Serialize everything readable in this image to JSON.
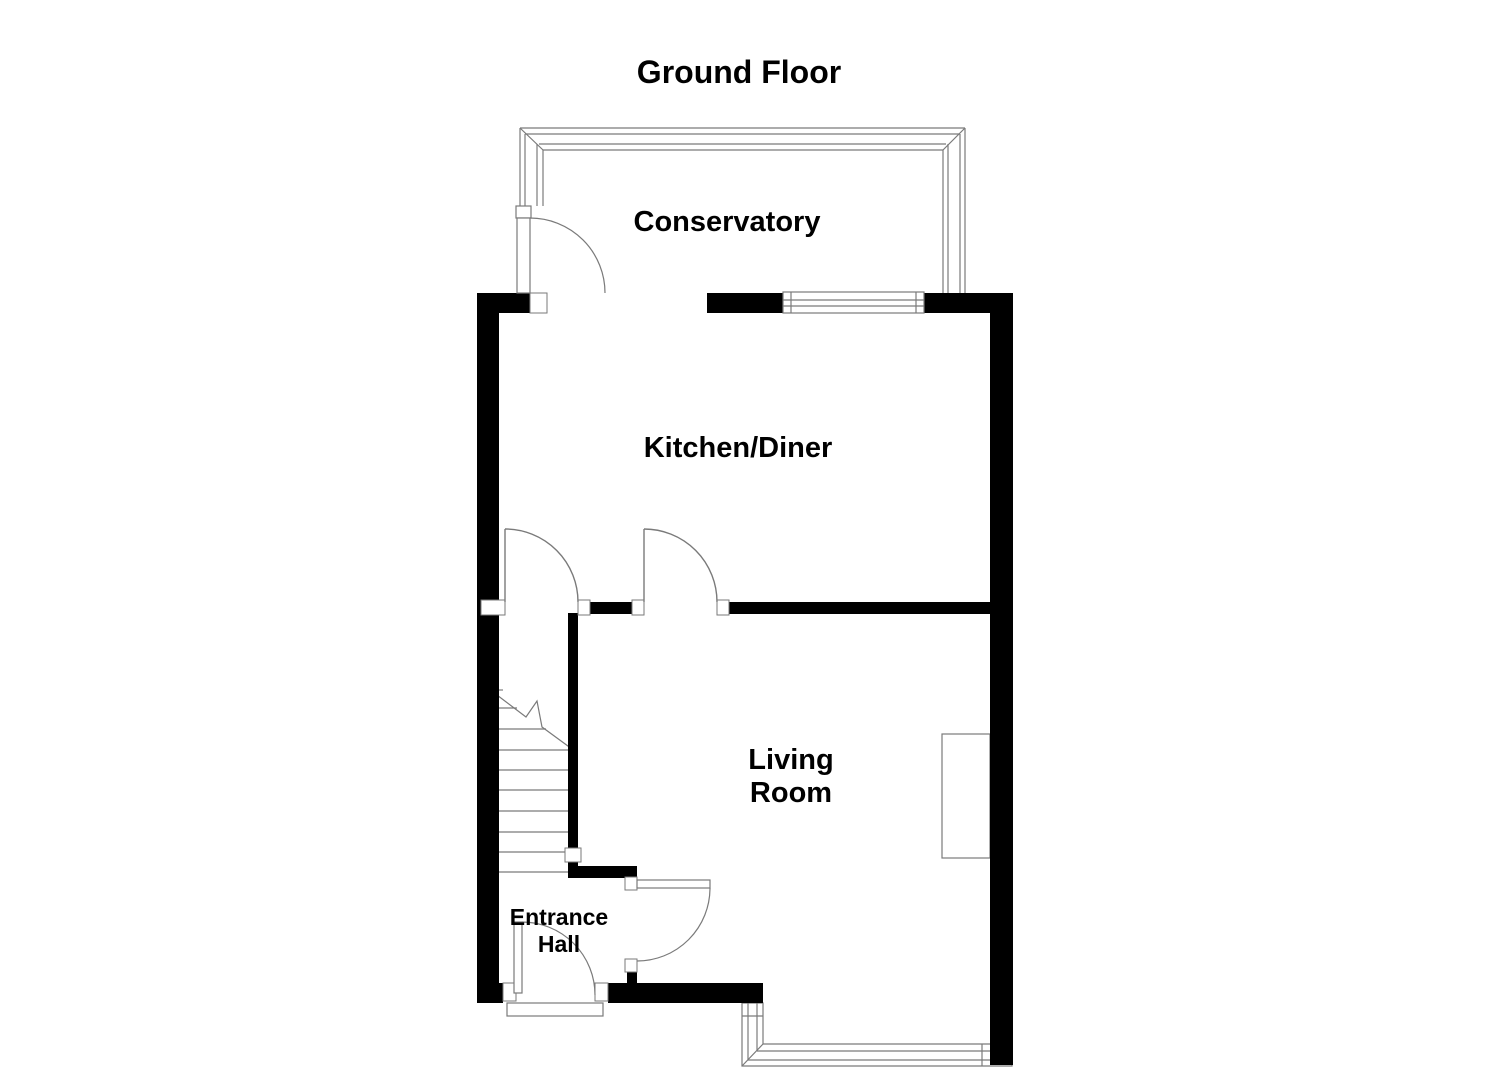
{
  "title": "Ground Floor",
  "rooms": {
    "conservatory": {
      "label": "Conservatory"
    },
    "kitchen": {
      "label": "Kitchen/Diner"
    },
    "living": {
      "label": "Living Room"
    },
    "hall": {
      "label": "Entrance Hall"
    }
  },
  "drawing": {
    "wall_color": "#000000",
    "thin_line_color": "#7a7a7a",
    "background_color": "#ffffff",
    "text_color": "#000000",
    "features": [
      "conservatory-glazed-walls",
      "conservatory-door",
      "kitchen-conservatory-opening",
      "kitchen-conservatory-window",
      "kitchen-hall-door",
      "kitchen-living-room-door",
      "hall-living-room-divider-wall",
      "living-room-door",
      "front-door",
      "front-step",
      "staircase-with-break-line",
      "living-room-bay-window",
      "chimney-breast"
    ]
  }
}
